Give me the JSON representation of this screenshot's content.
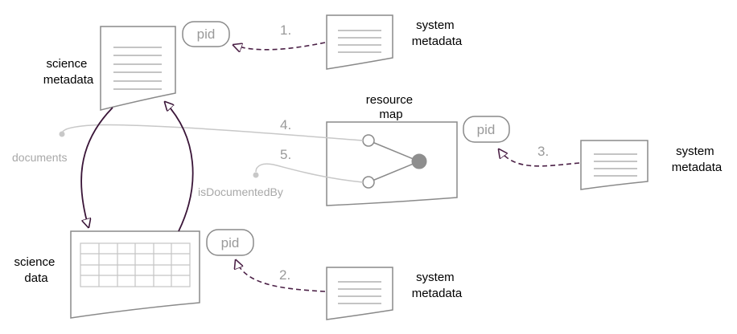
{
  "labels": {
    "science_metadata": [
      "science",
      "metadata"
    ],
    "science_data": [
      "science",
      "data"
    ],
    "resource_map": [
      "resource",
      "map"
    ],
    "system_metadata": [
      "system",
      "metadata"
    ]
  },
  "pid_label": "pid",
  "steps": [
    "1.",
    "2.",
    "3.",
    "4.",
    "5."
  ],
  "relations": {
    "documents": "documents",
    "is_documented_by": "isDocumentedBy"
  },
  "colors": {
    "outline": "#8a8a8a",
    "arrow_dark": "#3a1538",
    "dashed_arrow": "#4b2046",
    "relation_line": "#c8c8c8",
    "relation_text": "#a8a8a8",
    "step_text": "#9a9a9a"
  }
}
